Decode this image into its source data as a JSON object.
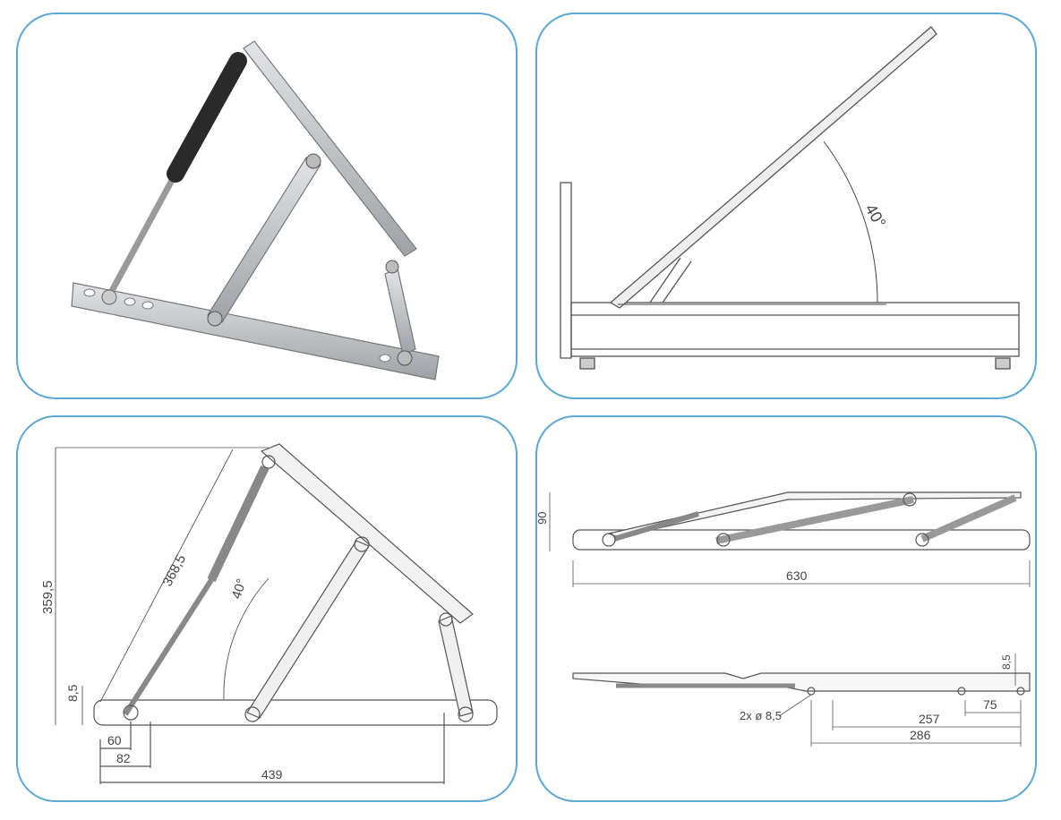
{
  "colors": {
    "frame_border": "#5aa7d6",
    "line": "#555555",
    "steel": "#b8bcc0",
    "gas_spring": "#2a2a2a"
  },
  "panels": {
    "render_3d": {},
    "bed_side": {
      "angle": "40°"
    },
    "side_dims": {
      "height": "359,5",
      "diag": "368,5",
      "angle": "40°",
      "small_h": "8,5",
      "w60": "60",
      "w82": "82",
      "w439": "439"
    },
    "folded_dims": {
      "height": "90",
      "length": "630",
      "small_h": "8,5",
      "hole": "2x ø 8,5",
      "d257": "257",
      "d286": "286",
      "d75": "75"
    }
  }
}
